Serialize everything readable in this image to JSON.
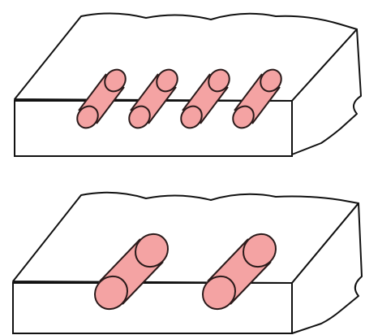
{
  "colors": {
    "background": "#ffffff",
    "outline": "#111111",
    "rod_fill": "#f4a3a3",
    "rod_outline": "#2a1a1a",
    "face_fill": "#ffffff"
  },
  "panels": [
    {
      "id": "top-slab",
      "rod_count": 4,
      "rod_size": "small"
    },
    {
      "id": "bottom-slab",
      "rod_count": 2,
      "rod_size": "large"
    }
  ]
}
